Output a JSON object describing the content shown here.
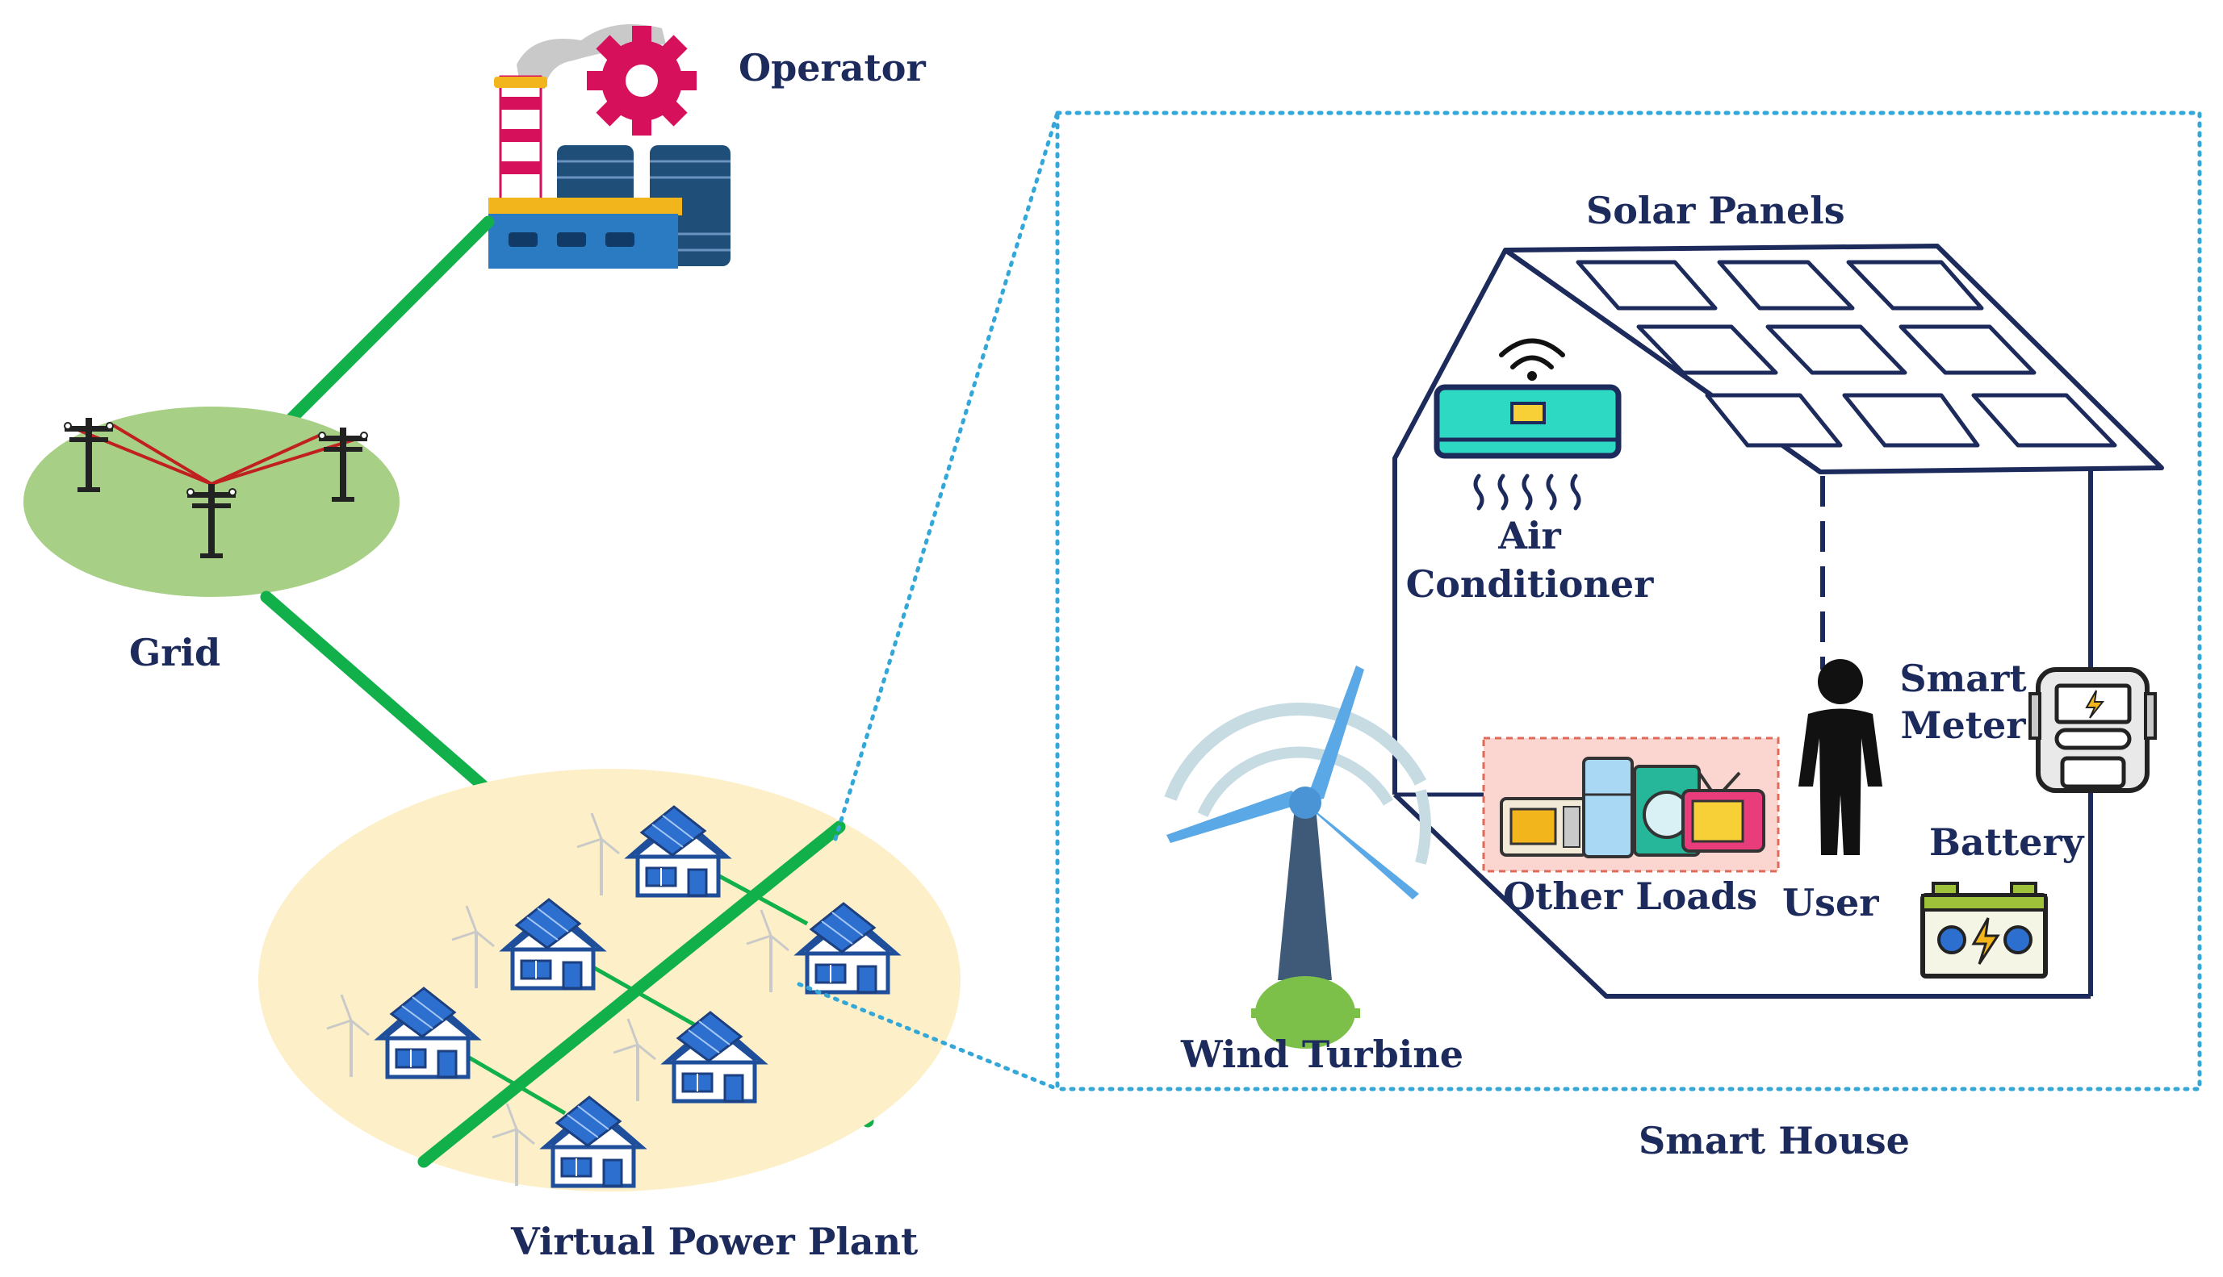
{
  "labels": {
    "operator": "Operator",
    "grid": "Grid",
    "vpp": "Virtual Power Plant",
    "solar_panels": "Solar Panels",
    "air_conditioner_line1": "Air",
    "air_conditioner_line2": "Conditioner",
    "smart_meter_line1": "Smart",
    "smart_meter_line2": "Meter",
    "other_loads": "Other Loads",
    "user": "User",
    "battery": "Battery",
    "wind_turbine": "Wind Turbine",
    "smart_house": "Smart House"
  },
  "colors": {
    "label_text": "#1c2a5c",
    "power_line": "#12b04a",
    "grid_area": "#a8cf86",
    "vpp_area": "#fdf0c8",
    "house_outline": "#1c2a5c",
    "zoom_dots": "#33a8d8",
    "ac_body": "#2ed9c3",
    "turbine_blade": "#5aa9e6",
    "turbine_tower": "#3f5a78",
    "turbine_base": "#7cc04a",
    "factory_accent": "#d6105a",
    "factory_blue": "#1f4e79",
    "loads_box": "#fbd5d0"
  },
  "icons": [
    "factory-icon",
    "gear-icon",
    "power-pole-icon",
    "house-icon",
    "wind-turbine-icon",
    "air-conditioner-icon",
    "wifi-icon",
    "user-icon",
    "smart-meter-icon",
    "battery-icon",
    "appliances-icon"
  ]
}
